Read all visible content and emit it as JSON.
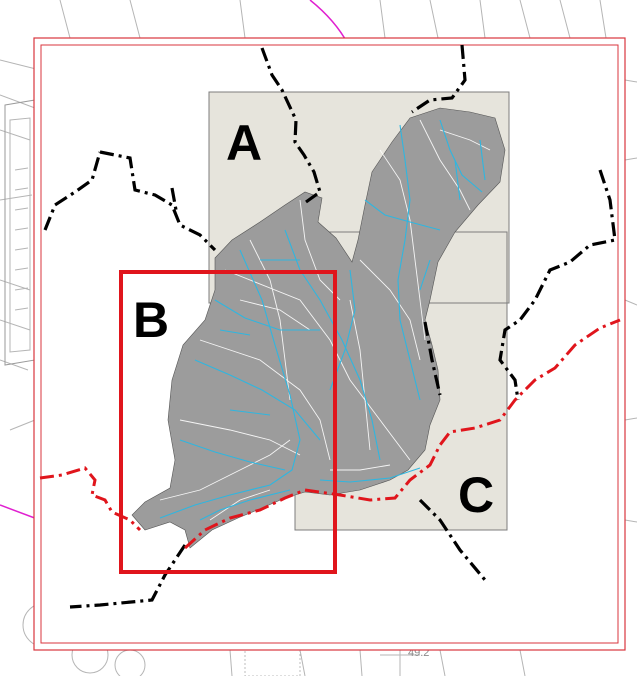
{
  "map": {
    "zones": [
      {
        "id": "A",
        "label": "A",
        "highlighted": false
      },
      {
        "id": "B",
        "label": "B",
        "highlighted": true
      },
      {
        "id": "C",
        "label": "C",
        "highlighted": false
      }
    ],
    "background_labels": [
      "49.2"
    ],
    "colors": {
      "frame": "#d9363e",
      "zone_fill": "#e6e4dc",
      "zone_stroke": "#7d7d7d",
      "highlight_box": "#e0151c",
      "territory": "#9c9c9c",
      "water": "#2fb6e0",
      "boundary_black": "#000000",
      "boundary_red": "#e0151c",
      "magenta_line": "#e020d0",
      "basemap_lines": "#b5b5b5"
    }
  }
}
